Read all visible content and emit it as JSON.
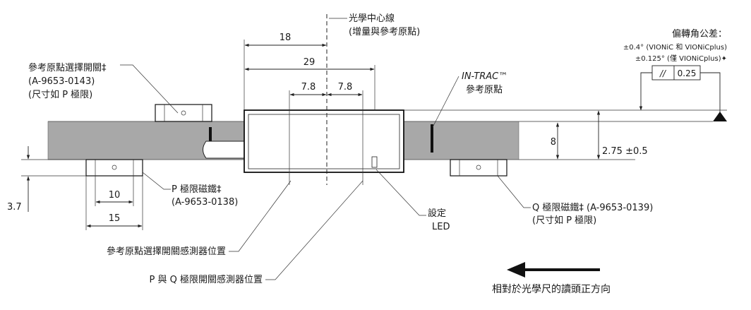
{
  "labels": {
    "optical_center_1": "光學中心線",
    "optical_center_2": "(增量與參考原點)",
    "ref_switch_1": "參考原點選擇開關‡",
    "ref_switch_2": "(A-9653-0143)",
    "ref_switch_3": "(尺寸如 P 極限)",
    "intrac_1": "IN-TRAC™",
    "intrac_2": "參考原點",
    "angle_title": "偏轉角公差：",
    "angle_1": "±0.4° (VIONiC 和 VIONiCplus)",
    "angle_2": "±0.125° (僅 VIONiCplus)✦",
    "tol_symbol": "//",
    "tol_value": "0.25",
    "p_magnet_1": "P 極限磁鐵‡",
    "p_magnet_2": "(A-9653-0138)",
    "q_magnet_1": "Q 極限磁鐵‡ (A-9653-0139)",
    "q_magnet_2": "(尺寸如 P 極限)",
    "setup_led_1": "設定",
    "setup_led_2": "LED",
    "ref_sensor": "參考原點選擇開關感測器位置",
    "pq_sensor": "P 與 Q 極限開關感測器位置",
    "direction": "相對於光學尺的讀頭正方向"
  },
  "dims": {
    "d18": "18",
    "d29": "29",
    "d78a": "7.8",
    "d78b": "7.8",
    "d8": "8",
    "d275": "2.75 ±0.5",
    "d37": "3.7",
    "d10": "10",
    "d15": "15"
  },
  "colors": {
    "scale": "#a8a8a8",
    "line": "#222222",
    "marker": "#111111"
  }
}
